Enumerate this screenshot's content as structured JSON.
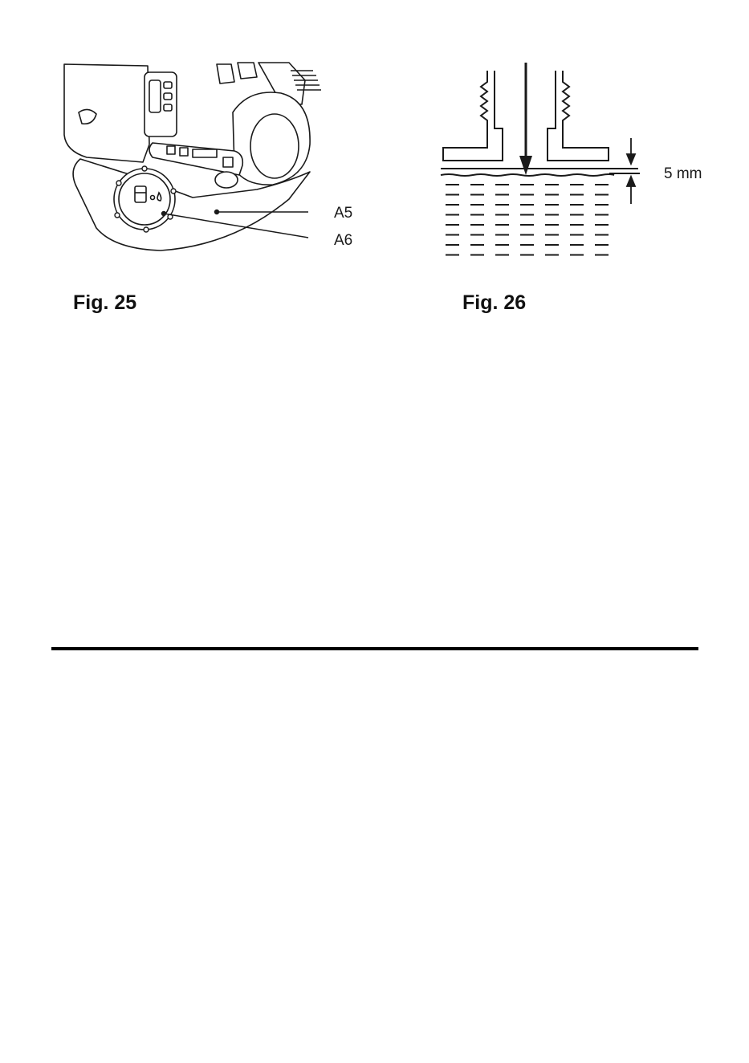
{
  "figures": [
    {
      "caption": "Fig. 25",
      "callouts": [
        "A5",
        "A6"
      ],
      "illustration": "engine-fuel-tank-cap"
    },
    {
      "caption": "Fig. 26",
      "dimension_label": "5 mm",
      "illustration": "fuel-level-diagram"
    }
  ],
  "colors": {
    "line": "#1a1a1a",
    "rule": "#000000",
    "background": "#ffffff"
  }
}
